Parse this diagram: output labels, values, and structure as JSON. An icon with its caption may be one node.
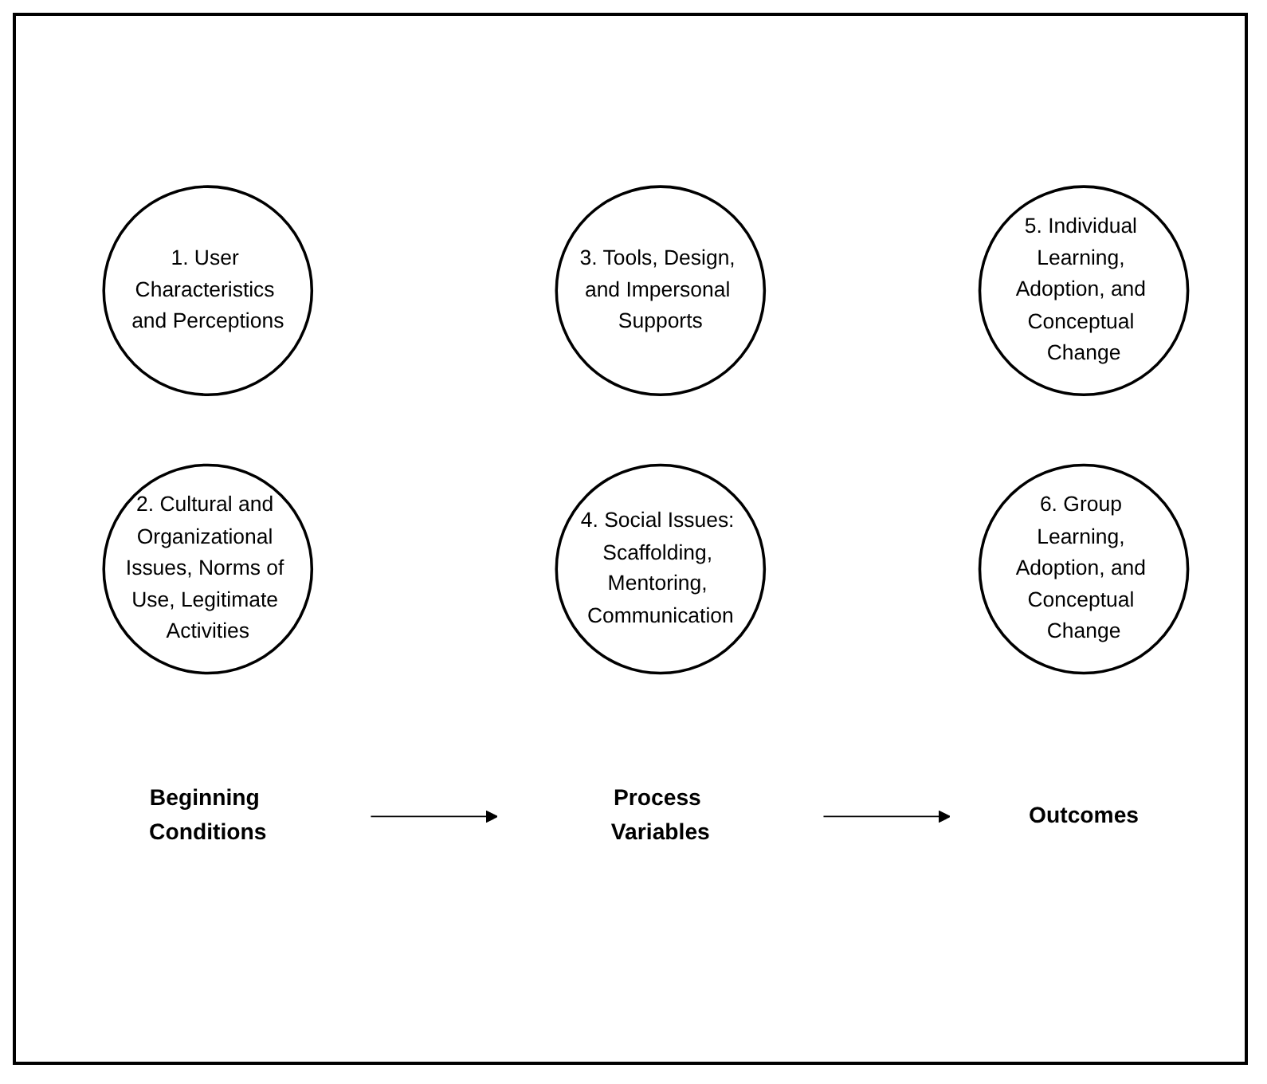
{
  "diagram": {
    "nodes": [
      {
        "text": [
          "1. User Characteristics and Perceptions"
        ]
      },
      {
        "text": [
          "3. Tools, Design, and Impersonal Supports"
        ]
      },
      {
        "text": [
          "5. Individual Learning, Adoption, and Conceptual Change"
        ]
      },
      {
        "text": [
          "2. Cultural and Organizational Issues, Norms of Use, Legitimate Activities"
        ]
      },
      {
        "text": [
          "4. Social Issues: Scaffolding, Mentoring, Communication"
        ]
      },
      {
        "text": [
          "6. Group Learning, Adoption, and Conceptual Change"
        ]
      },
      {
        "text": [
          "Beginning Conditions"
        ]
      },
      {
        "text": [
          "Process Variables"
        ]
      },
      {
        "text": [
          "Outcomes"
        ]
      }
    ],
    "edges": [
      {
        "from": 6,
        "to": 7,
        "arrow": "to"
      },
      {
        "from": 7,
        "to": 8,
        "arrow": "to"
      }
    ]
  }
}
